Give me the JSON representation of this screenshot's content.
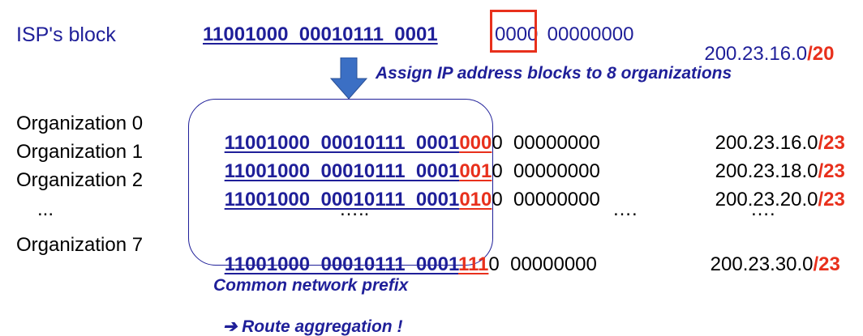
{
  "isp": {
    "label": "ISP's block",
    "prefix_bits": "11001000  00010111  0001",
    "host_bits_a": "0000",
    "host_bits_b": " 00000000",
    "cidr_addr": "200.23.16.0",
    "cidr_len": "/20"
  },
  "assign_note": "Assign IP address blocks to 8 organizations",
  "organizations": [
    {
      "name": "Organization 0",
      "prefix_bits": "11001000  00010111  0001",
      "sub_bits": "000",
      "rest_bits": "0  00000000",
      "cidr_addr": "200.23.16.0",
      "cidr_len": "/23"
    },
    {
      "name": "Organization 1",
      "prefix_bits": "11001000  00010111  0001",
      "sub_bits": "001",
      "rest_bits": "0  00000000",
      "cidr_addr": "200.23.18.0",
      "cidr_len": "/23"
    },
    {
      "name": "Organization 2",
      "prefix_bits": "11001000  00010111  0001",
      "sub_bits": "010",
      "rest_bits": "0  00000000",
      "cidr_addr": "200.23.20.0",
      "cidr_len": "/23"
    },
    {
      "name": "Organization 7",
      "prefix_bits": "11001000  00010111  0001",
      "sub_bits": "111",
      "rest_bits": "0  00000000",
      "cidr_addr": "200.23.30.0",
      "cidr_len": "/23"
    }
  ],
  "ellipsis": {
    "name_col": "...",
    "prefix_col": "…..",
    "host_col": "….",
    "cidr_col": "…."
  },
  "footer": {
    "line1": "Common network prefix",
    "arrow_glyph": "➔",
    "line2": "Route aggregation !"
  },
  "colors": {
    "navy": "#1f1f99",
    "red": "#e8301c",
    "arrow_blue": "#3b6fc4",
    "box_border": "#1f1f99"
  }
}
